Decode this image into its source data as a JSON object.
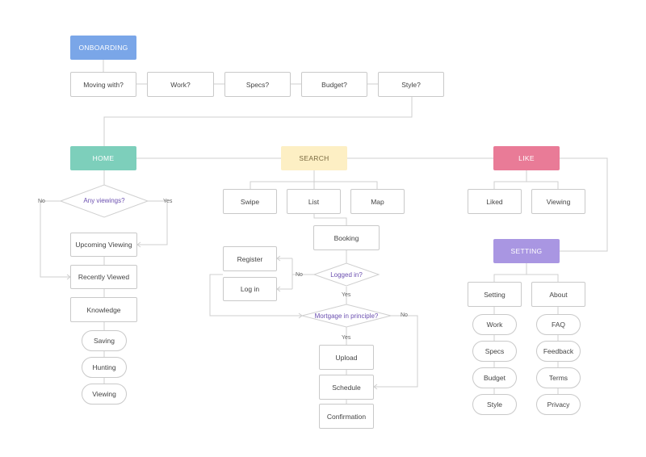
{
  "colors": {
    "onboarding": "#7aa6e8",
    "home": "#7dcfbb",
    "search": "#fdefc4",
    "like": "#e97b97",
    "setting": "#a996e2",
    "line": "#cfcfcf",
    "decision_text": "#6b4fb0"
  },
  "onboarding": {
    "title": "ONBOARDING",
    "steps": [
      "Moving with?",
      "Work?",
      "Specs?",
      "Budget?",
      "Style?"
    ]
  },
  "home": {
    "title": "HOME",
    "decision": "Any viewings?",
    "no_label": "No",
    "yes_label": "Yes",
    "items": [
      "Upcoming Viewing",
      "Recently Viewed",
      "Knowledge"
    ],
    "knowledge_items": [
      "Saving",
      "Hunting",
      "Viewing"
    ]
  },
  "search": {
    "title": "SEARCH",
    "modes": [
      "Swipe",
      "List",
      "Map"
    ],
    "booking": "Booking",
    "auth": [
      "Register",
      "Log in"
    ],
    "logged_in": "Logged in?",
    "no_label": "No",
    "yes_label": "Yes",
    "mortgage": "Mortgage in principle?",
    "mortgage_no": "No",
    "mortgage_yes": "Yes",
    "steps": [
      "Upload",
      "Schedule",
      "Confirmation"
    ]
  },
  "like": {
    "title": "LIKE",
    "items": [
      "Liked",
      "Viewing"
    ]
  },
  "setting": {
    "title": "SETTING",
    "groups": [
      "Setting",
      "About"
    ],
    "setting_items": [
      "Work",
      "Specs",
      "Budget",
      "Style"
    ],
    "about_items": [
      "FAQ",
      "Feedback",
      "Terms",
      "Privacy"
    ]
  }
}
